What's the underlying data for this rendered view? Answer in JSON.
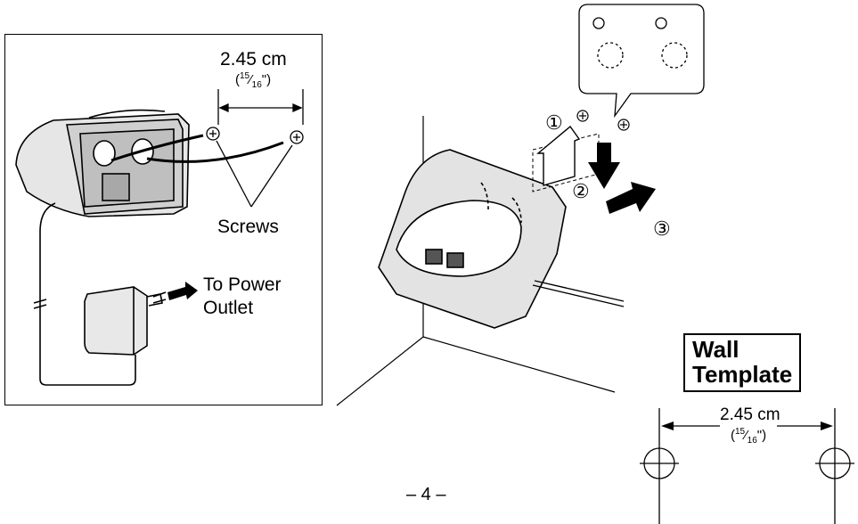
{
  "left_panel": {
    "spacing_measure": "2.45 cm",
    "spacing_inch_num": "15",
    "spacing_inch_den": "16",
    "screws_label": "Screws",
    "power_label_line1": "To Power",
    "power_label_line2": "Outlet"
  },
  "right_panel": {
    "step1": "①",
    "step2": "②",
    "step3": "③"
  },
  "wall_template": {
    "title_line1": "Wall",
    "title_line2": "Template",
    "spacing_measure": "2.45 cm",
    "spacing_inch_num": "15",
    "spacing_inch_den": "16"
  },
  "page_number": "– 4 –"
}
